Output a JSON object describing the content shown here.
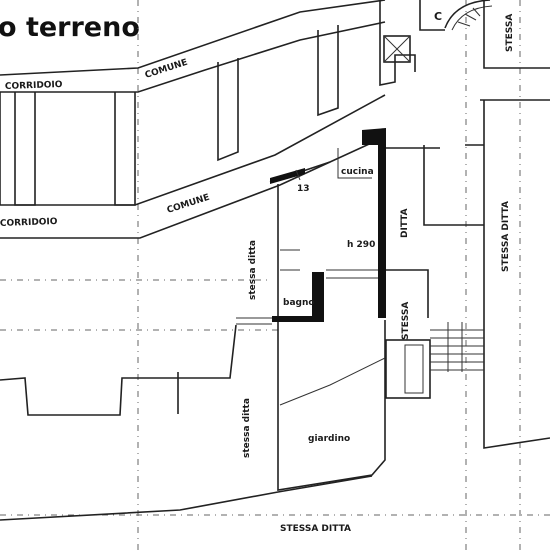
{
  "title": "o terreno",
  "rooms": {
    "corridoio_top": "CORRIDOIO",
    "corridoio_bottom": "CORRIDOIO",
    "comune_top": "COMUNE",
    "comune_mid": "COMUNE",
    "unit_number": "13",
    "cucina": "cucina",
    "height": "h 290",
    "ditta": "DITTA",
    "stessa_ditta_left": "stessa ditta",
    "bagno": "bagno",
    "stessa_vertical": "STESSA",
    "stessa_ditta_right": "STESSA DITTA",
    "stessa_ditta_top": "STESSA",
    "stessa_ditta_garden": "stessa ditta",
    "giardino": "giardino",
    "stessa_ditta_bottom": "STESSA DITTA",
    "stair_letter": "C"
  }
}
